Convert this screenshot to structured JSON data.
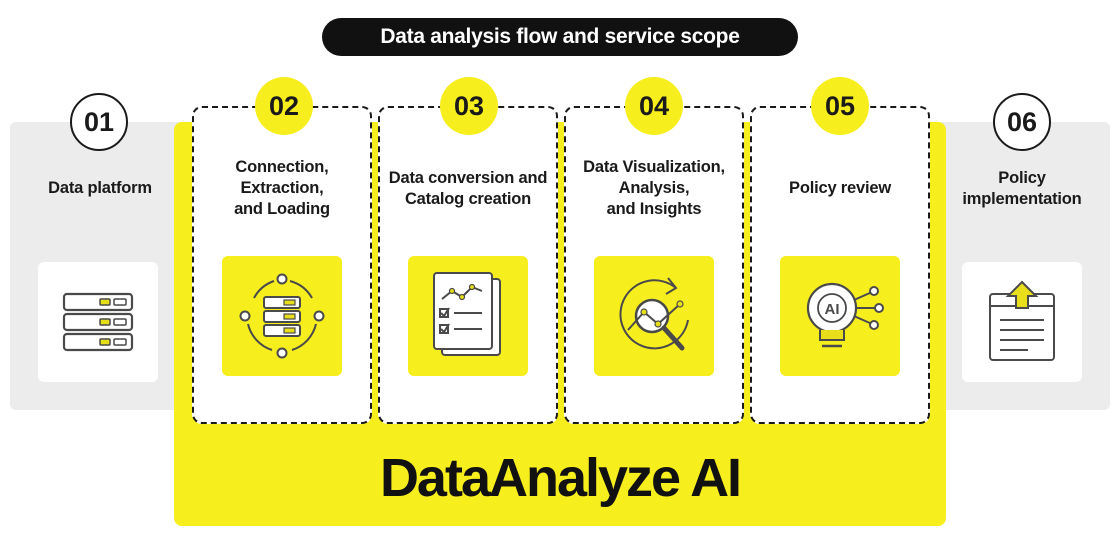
{
  "title": "Data analysis flow and service scope",
  "brand": "DataAnalyze AI",
  "steps": [
    {
      "number": "01",
      "label": "Data platform",
      "icon": "server-stack-icon"
    },
    {
      "number": "02",
      "label": "Connection,\nExtraction,\nand Loading",
      "icon": "etl-cycle-icon"
    },
    {
      "number": "03",
      "label": "Data conversion and\nCatalog creation",
      "icon": "catalog-document-icon"
    },
    {
      "number": "04",
      "label": "Data Visualization,\nAnalysis,\nand Insights",
      "icon": "analysis-magnifier-icon"
    },
    {
      "number": "05",
      "label": "Policy review",
      "icon": "ai-bulb-icon"
    },
    {
      "number": "06",
      "label": "Policy\nimplementation",
      "icon": "document-upload-icon"
    }
  ],
  "colors": {
    "accent": "#f7ee1e",
    "dark": "#111111",
    "panel": "#ececec"
  }
}
